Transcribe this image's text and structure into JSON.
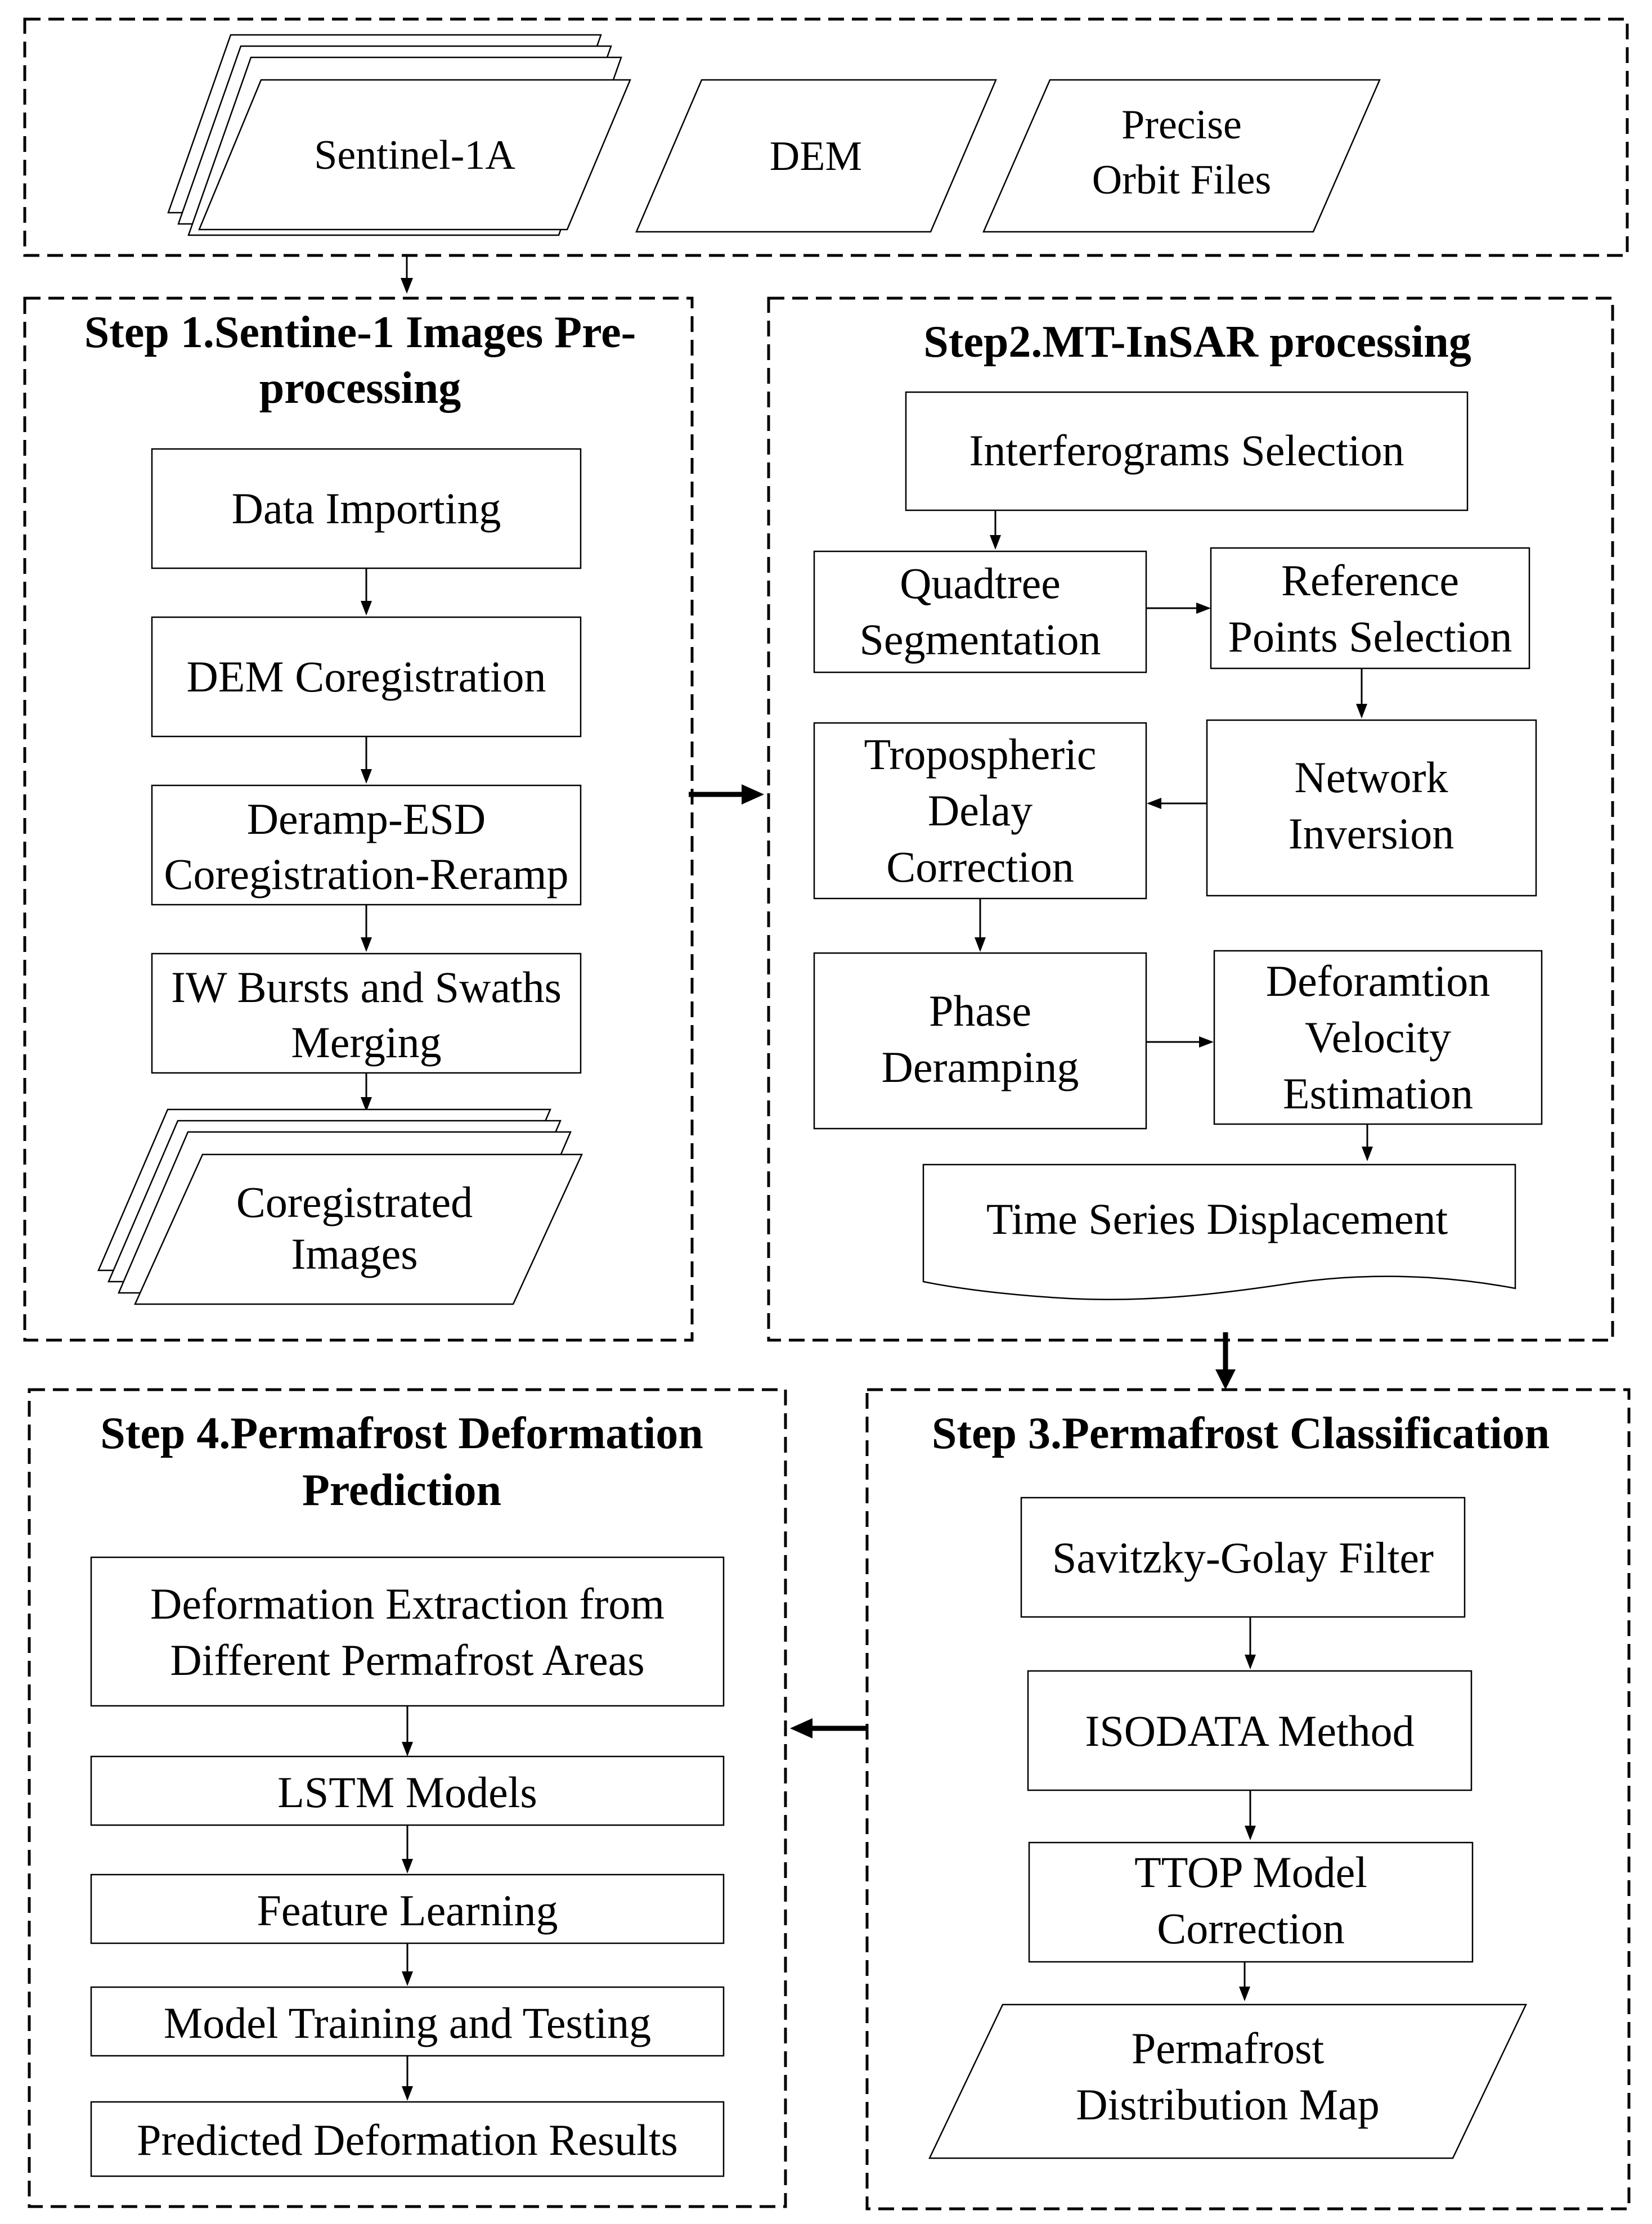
{
  "inputs": {
    "sentinel": "Sentinel-1A",
    "dem": "DEM",
    "orbit_line1": "Precise",
    "orbit_line2": "Orbit Files"
  },
  "step1": {
    "title_line1": "Step 1.Sentine-1 Images Pre-",
    "title_line2": "processing",
    "data_importing": "Data Importing",
    "dem_coregistration": "DEM Coregistration",
    "deramp_line1": "Deramp-ESD",
    "deramp_line2": "Coregistration-Reramp",
    "iw_line1": "IW Bursts and Swaths",
    "iw_line2": "Merging",
    "coreg_line1": "Coregistrated",
    "coreg_line2": "Images"
  },
  "step2": {
    "title": "Step2.MT-InSAR processing",
    "interferograms": "Interferograms Selection",
    "quadtree_line1": "Quadtree",
    "quadtree_line2": "Segmentation",
    "refpoints_line1": "Reference",
    "refpoints_line2": "Points Selection",
    "tropo_line1": "Tropospheric",
    "tropo_line2": "Delay",
    "tropo_line3": "Correction",
    "network_line1": "Network",
    "network_line2": "Inversion",
    "phase_line1": "Phase",
    "phase_line2": "Deramping",
    "velocity_line1": "Deforamtion",
    "velocity_line2": "Velocity",
    "velocity_line3": "Estimation",
    "timeseries": "Time Series Displacement"
  },
  "step3": {
    "title": "Step 3.Permafrost Classification",
    "savitzky": "Savitzky-Golay Filter",
    "isodata": "ISODATA Method",
    "ttop_line1": "TTOP Model",
    "ttop_line2": "Correction",
    "map_line1": "Permafrost",
    "map_line2": "Distribution Map"
  },
  "step4": {
    "title_line1": "Step 4.Permafrost Deformation",
    "title_line2": "Prediction",
    "extraction_line1": "Deformation Extraction from",
    "extraction_line2": "Different Permafrost Areas",
    "lstm": "LSTM Models",
    "feature": "Feature Learning",
    "training": "Model Training and Testing",
    "results": "Predicted Deformation Results"
  }
}
